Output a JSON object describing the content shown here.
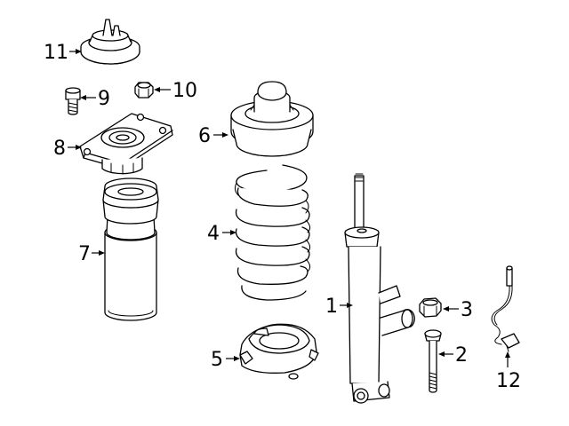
{
  "callouts": [
    {
      "id": "1",
      "label": "1",
      "part": "shock-absorber"
    },
    {
      "id": "2",
      "label": "2",
      "part": "bolt"
    },
    {
      "id": "3",
      "label": "3",
      "part": "nut"
    },
    {
      "id": "4",
      "label": "4",
      "part": "coil-spring"
    },
    {
      "id": "5",
      "label": "5",
      "part": "lower-spring-seat"
    },
    {
      "id": "6",
      "label": "6",
      "part": "upper-spring-seat"
    },
    {
      "id": "7",
      "label": "7",
      "part": "bump-stop-boot"
    },
    {
      "id": "8",
      "label": "8",
      "part": "upper-mount"
    },
    {
      "id": "9",
      "label": "9",
      "part": "mount-bolt"
    },
    {
      "id": "10",
      "label": "10",
      "part": "mount-nut"
    },
    {
      "id": "11",
      "label": "11",
      "part": "dust-cap"
    },
    {
      "id": "12",
      "label": "12",
      "part": "sensor-wire"
    }
  ],
  "colors": {
    "line": "#000000",
    "background": "#ffffff"
  }
}
